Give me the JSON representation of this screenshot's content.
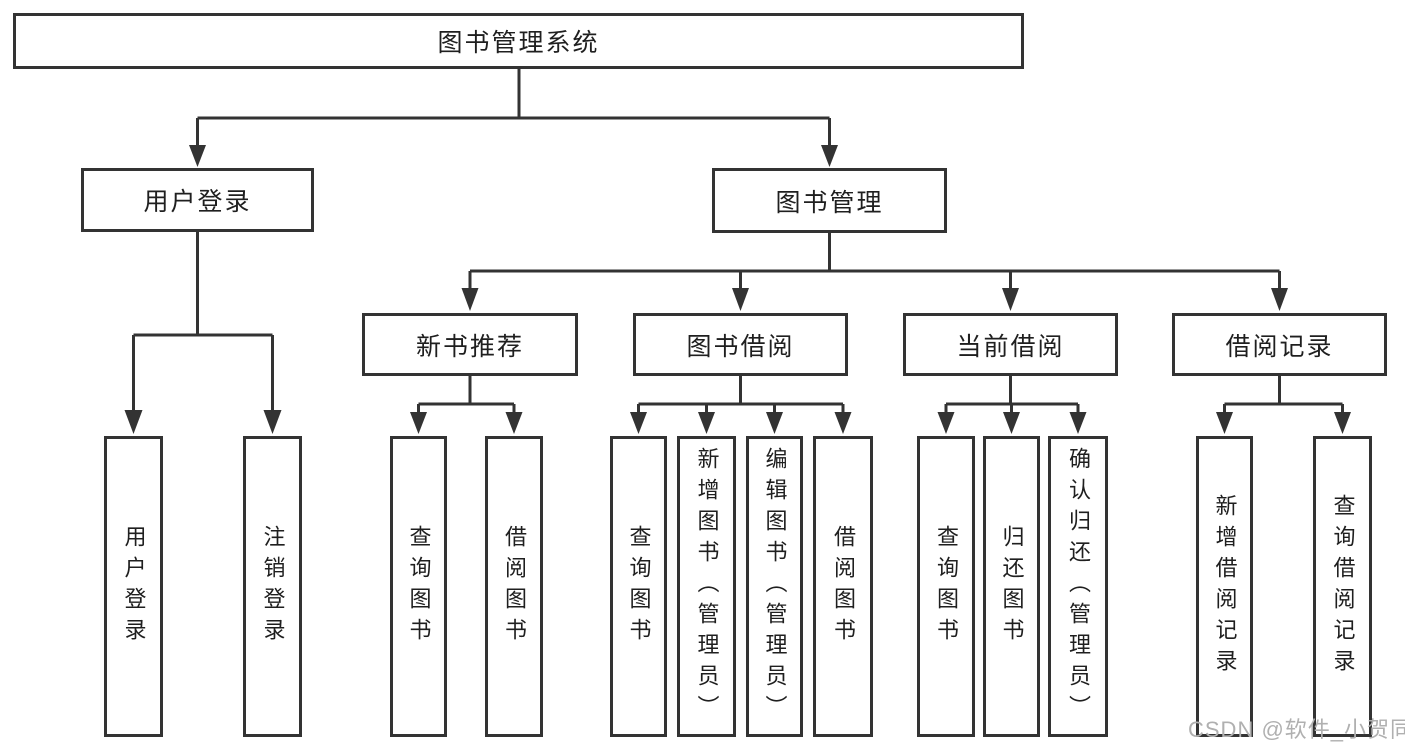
{
  "colors": {
    "line": "#333333",
    "box_border": "#333333",
    "text": "#1f1f1f",
    "watermark": "#b0b0b0",
    "background": "#ffffff"
  },
  "tree": {
    "label": "图书管理系统",
    "children": [
      {
        "label": "用户登录",
        "children": [
          {
            "label": "用户登录"
          },
          {
            "label": "注销登录"
          }
        ]
      },
      {
        "label": "图书管理",
        "children": [
          {
            "label": "新书推荐",
            "children": [
              {
                "label": "查询图书"
              },
              {
                "label": "借阅图书"
              }
            ]
          },
          {
            "label": "图书借阅",
            "children": [
              {
                "label": "查询图书"
              },
              {
                "label": "新增图书（管理员）"
              },
              {
                "label": "编辑图书（管理员）"
              },
              {
                "label": "借阅图书"
              }
            ]
          },
          {
            "label": "当前借阅",
            "children": [
              {
                "label": "查询图书"
              },
              {
                "label": "归还图书"
              },
              {
                "label": "确认归还（管理员）"
              }
            ]
          },
          {
            "label": "借阅记录",
            "children": [
              {
                "label": "新增借阅记录"
              },
              {
                "label": "查询借阅记录"
              }
            ]
          }
        ]
      }
    ]
  },
  "watermark": {
    "text": "CSDN @软件_小贺同学"
  }
}
